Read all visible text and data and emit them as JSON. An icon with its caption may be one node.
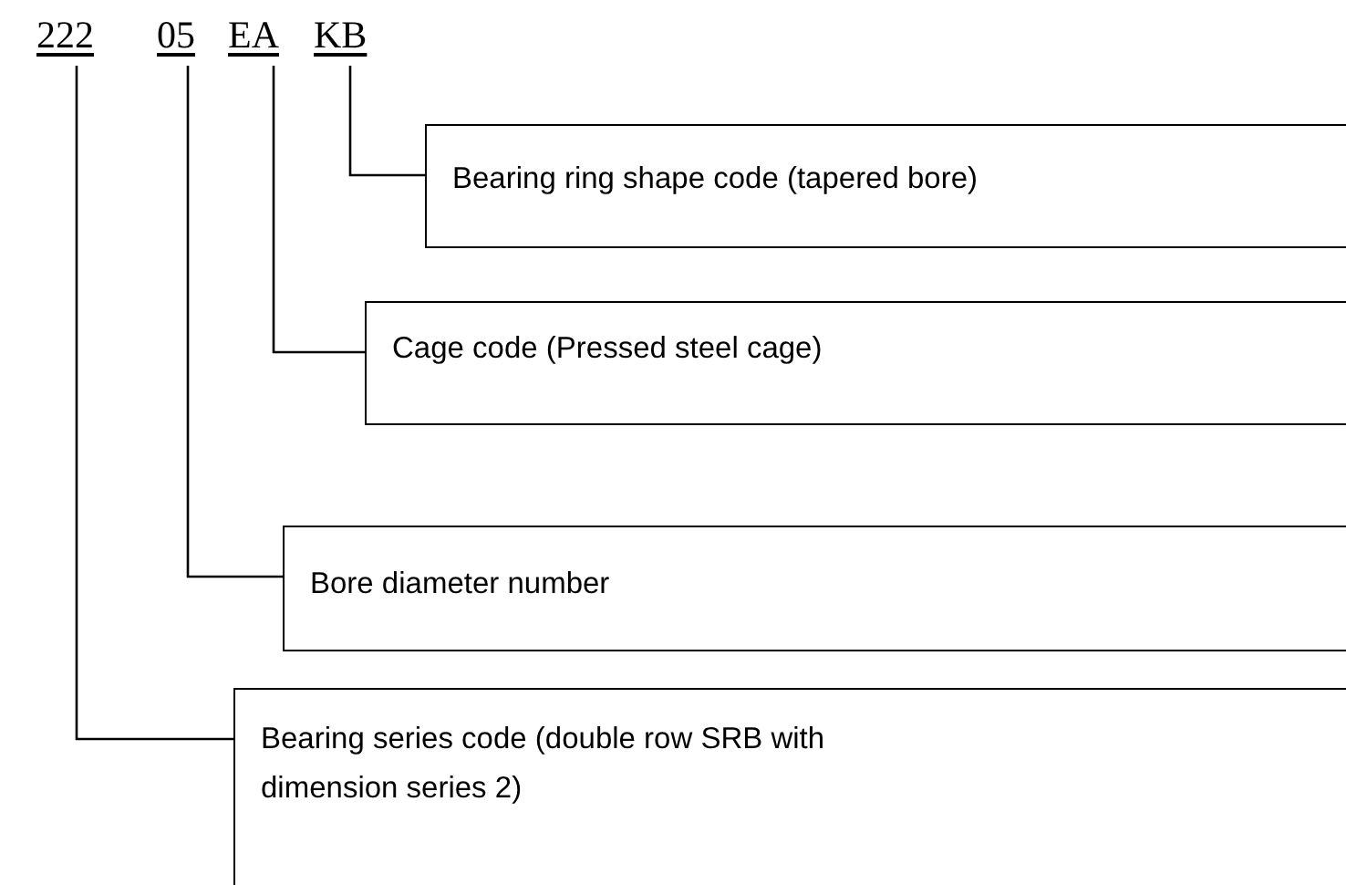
{
  "diagram": {
    "nodes": [
      {
        "text": [
          "222"
        ]
      },
      {
        "text": [
          "05"
        ]
      },
      {
        "text": [
          "EA"
        ]
      },
      {
        "text": [
          "KB"
        ]
      },
      {
        "text": [
          "Bearing ring shape code (tapered bore)"
        ]
      },
      {
        "text": [
          "Cage code (Pressed steel cage)"
        ]
      },
      {
        "text": [
          "Bore diameter number"
        ]
      },
      {
        "text": [
          "Bearing series code (double row SRB with dimension series 2)"
        ]
      }
    ],
    "edges": [
      {
        "from": 3,
        "to": 4,
        "arrow": "none"
      },
      {
        "from": 2,
        "to": 5,
        "arrow": "none"
      },
      {
        "from": 1,
        "to": 6,
        "arrow": "none"
      },
      {
        "from": 0,
        "to": 7,
        "arrow": "none"
      }
    ]
  }
}
